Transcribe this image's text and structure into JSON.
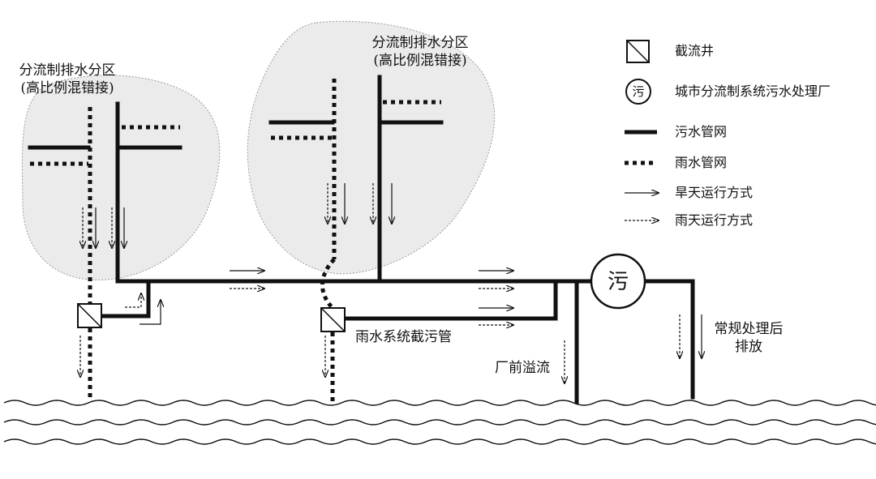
{
  "zones": [
    {
      "line1": "分流制排水分区",
      "line2": "(高比例混错接)"
    },
    {
      "line1": "分流制排水分区",
      "line2": "(高比例混错接)"
    }
  ],
  "plant_symbol": "污",
  "labels": {
    "interceptor_pipe": "雨水系统截污管",
    "overflow": "厂前溢流",
    "discharge_line1": "常规处理后",
    "discharge_line2": "排放"
  },
  "legend": {
    "well": "截流井",
    "plant_symbol": "污",
    "plant": "城市分流制系统污水处理厂",
    "sewage": "污水管网",
    "rain": "雨水管网",
    "dry": "旱天运行方式",
    "wet": "雨天运行方式"
  },
  "colors": {
    "line": "#111111",
    "zone_fill": "#ebebeb",
    "zone_border": "#9a9a9a"
  }
}
